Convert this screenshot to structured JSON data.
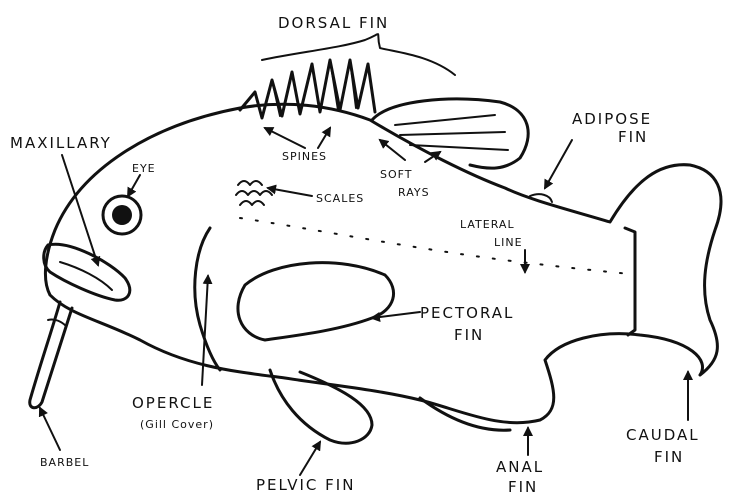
{
  "labels": {
    "dorsal_fin": "DORSAL FIN",
    "maxillary": "MAXILLARY",
    "eye": "EYE",
    "spines": "SPINES",
    "scales": "SCALES",
    "soft_rays_1": "SOFT",
    "soft_rays_2": "RAYS",
    "adipose_fin_1": "ADIPOSE",
    "adipose_fin_2": "FIN",
    "lateral_line_1": "LATERAL",
    "lateral_line_2": "LINE",
    "pectoral_fin_1": "PECTORAL",
    "pectoral_fin_2": "FIN",
    "opercle_1": "OPERCLE",
    "opercle_2": "(Gill Cover)",
    "barbel": "BARBEL",
    "pelvic_fin": "PELVIC FIN",
    "anal_fin_1": "ANAL",
    "anal_fin_2": "FIN",
    "caudal_fin_1": "CAUDAL",
    "caudal_fin_2": "FIN"
  }
}
